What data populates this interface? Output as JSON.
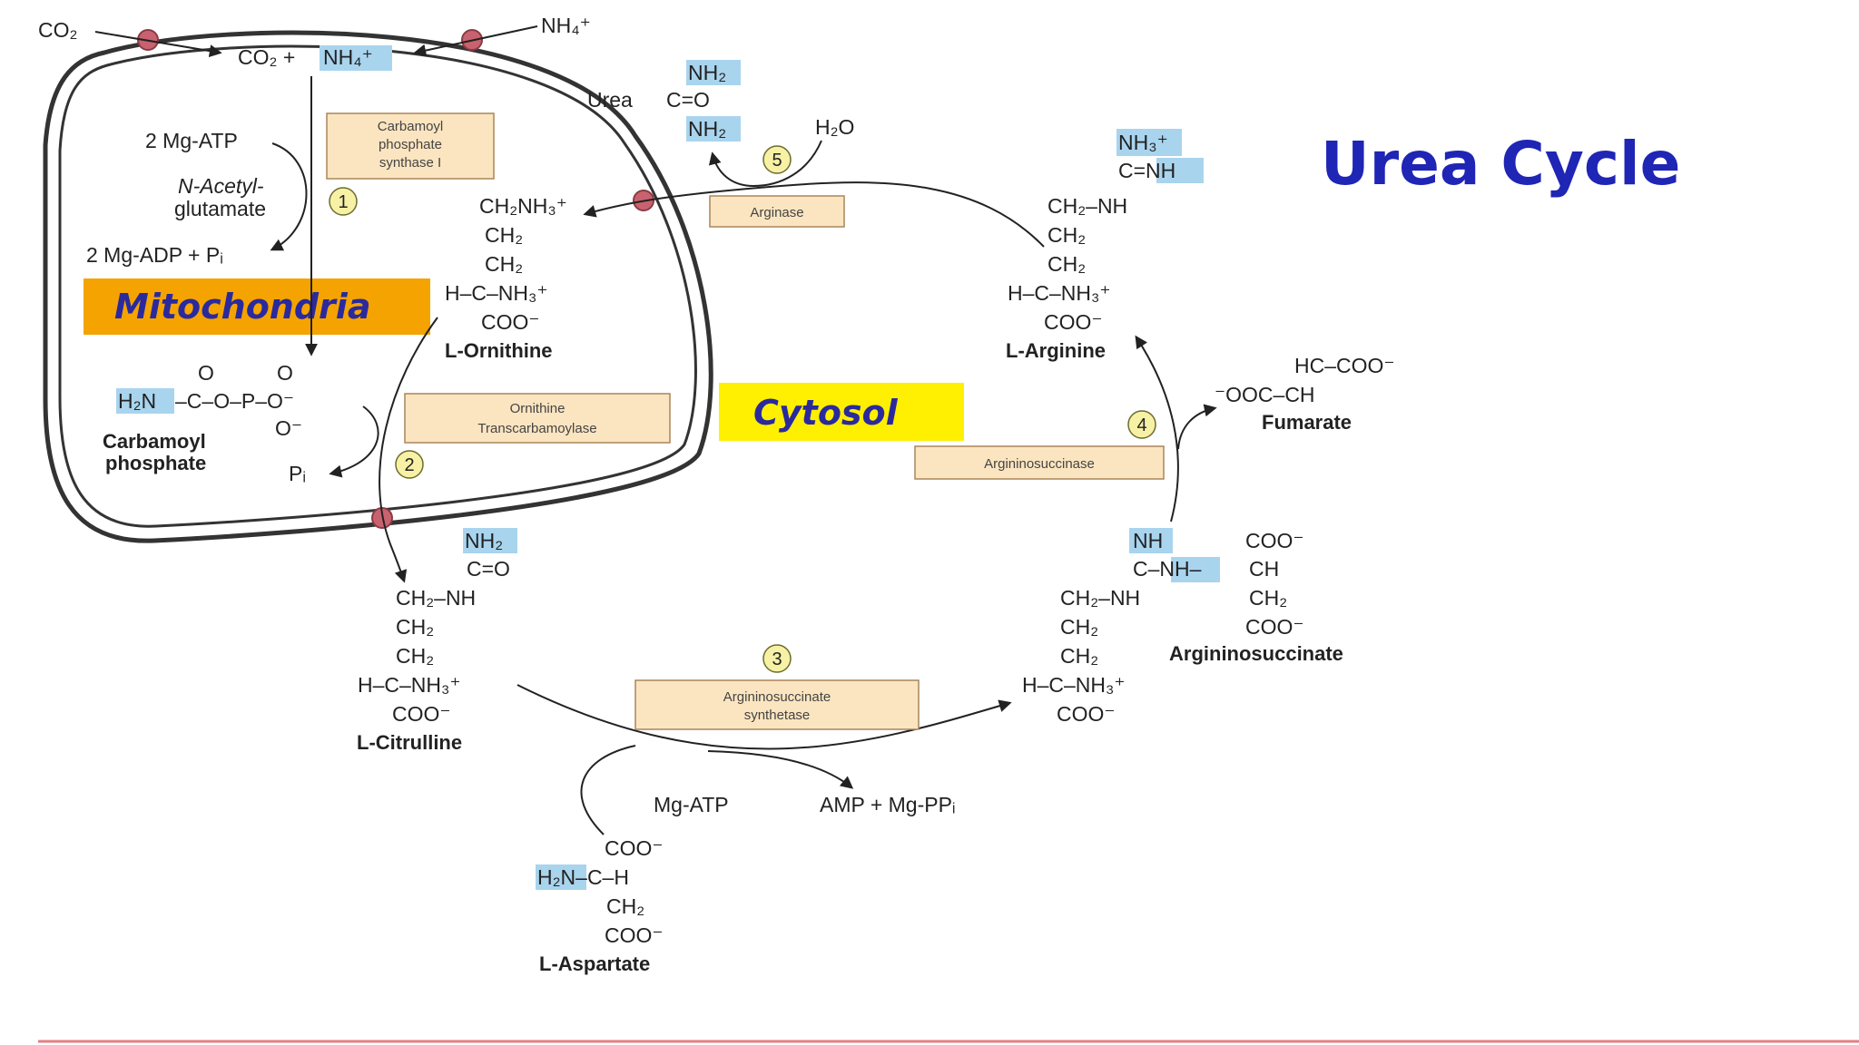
{
  "title": "Urea Cycle",
  "regions": {
    "mitochondria": "Mitochondria",
    "cytosol": "Cytosol"
  },
  "enzymes": [
    {
      "id": "cps1",
      "lines": [
        "Carbamoyl",
        "phosphate",
        "synthase  I"
      ]
    },
    {
      "id": "otc",
      "lines": [
        "Ornithine",
        "Transcarbamoylase"
      ]
    },
    {
      "id": "ass",
      "lines": [
        "Argininosuccinate",
        "synthetase"
      ]
    },
    {
      "id": "asl",
      "lines": [
        "Argininosuccinase"
      ]
    },
    {
      "id": "arg",
      "lines": [
        "Arginase"
      ]
    }
  ],
  "steps": [
    "1",
    "2",
    "3",
    "4",
    "5"
  ],
  "inputs": {
    "co2_outside": "CO₂",
    "nh4_outside": "NH₄⁺",
    "co2_inside": "CO₂ +",
    "nh4_inside": "NH₄⁺",
    "mg_atp_2": "2 Mg-ATP",
    "n_acetyl_1": "N-Acetyl-",
    "n_acetyl_2": "glutamate",
    "mg_adp": "2 Mg-ADP + Pᵢ",
    "pi": "Pᵢ",
    "h2o": "H₂O",
    "urea": "Urea",
    "mg_atp": "Mg-ATP",
    "amp": "AMP + Mg-PPᵢ"
  },
  "molecules": {
    "ornithine": {
      "name": "L-Ornithine",
      "lines": [
        "CH₂NH₃⁺",
        "CH₂",
        "CH₂",
        "H–C–NH₃⁺",
        "COO⁻"
      ]
    },
    "citrulline": {
      "name": "L-Citrulline",
      "top": [
        "NH₂",
        "C=O",
        "CH₂–NH"
      ],
      "lines": [
        "CH₂",
        "CH₂",
        "H–C–NH₃⁺",
        "COO⁻"
      ]
    },
    "arginine": {
      "name": "L-Arginine",
      "top": [
        "NH₃⁺",
        "C=NH",
        "CH₂–NH"
      ],
      "lines": [
        "CH₂",
        "CH₂",
        "H–C–NH₃⁺",
        "COO⁻"
      ]
    },
    "argininosuccinate": {
      "name": "Argininosuccinate",
      "top": [
        "NH",
        "C–NH–",
        "CH₂–NH"
      ],
      "lines": [
        "CH₂",
        "CH₂",
        "H–C–NH₃⁺",
        "COO⁻"
      ],
      "right": [
        "COO⁻",
        "CH",
        "CH₂",
        "COO⁻"
      ]
    },
    "fumarate": {
      "name": "Fumarate",
      "lines": [
        "HC–COO⁻",
        "⁻OOC–CH"
      ]
    },
    "aspartate": {
      "name": "L-Aspartate",
      "lines": [
        "COO⁻",
        "H₂N–C–H",
        "CH₂",
        "COO⁻"
      ]
    },
    "carbamoyl_phosphate": {
      "name_1": "Carbamoyl",
      "name_2": "phosphate",
      "formula": [
        "O",
        "O",
        "H₂N",
        "–C–O–P–O⁻",
        "O⁻"
      ]
    },
    "urea_struct": [
      "NH₂",
      "C=O",
      "NH₂"
    ]
  },
  "colors": {
    "title": "#1f25b5",
    "mito_label_bg": "#f5a300",
    "cytosol_label_bg": "#ffef00",
    "enzyme_box": "#fbe5c0",
    "highlight": "#a9d4ee",
    "transporter": "#c9626f"
  }
}
